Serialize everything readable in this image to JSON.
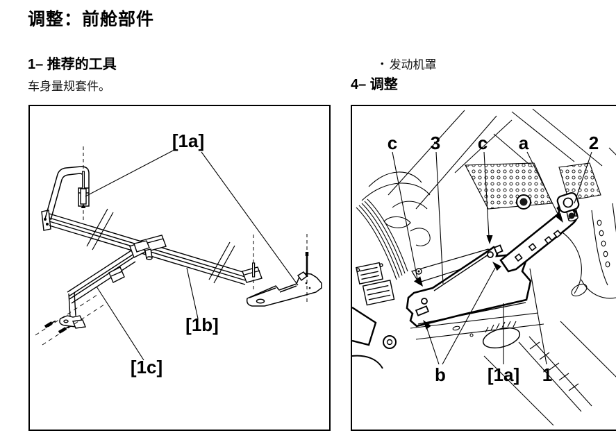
{
  "page": {
    "title": "调整：前舱部件"
  },
  "sections": {
    "tools": {
      "heading": "1– 推荐的工具",
      "body": "车身量规套件。"
    },
    "adjust": {
      "bullet": "•",
      "item": "发动机罩",
      "heading": "4– 调整"
    }
  },
  "figure_tools": {
    "labels": {
      "a": "[1a]",
      "b": "[1b]",
      "c": "[1c]"
    }
  },
  "figure_adjust": {
    "top_labels": [
      "c",
      "3",
      "c",
      "a",
      "2"
    ],
    "bottom_labels": [
      "b",
      "[1a]",
      "1"
    ]
  }
}
